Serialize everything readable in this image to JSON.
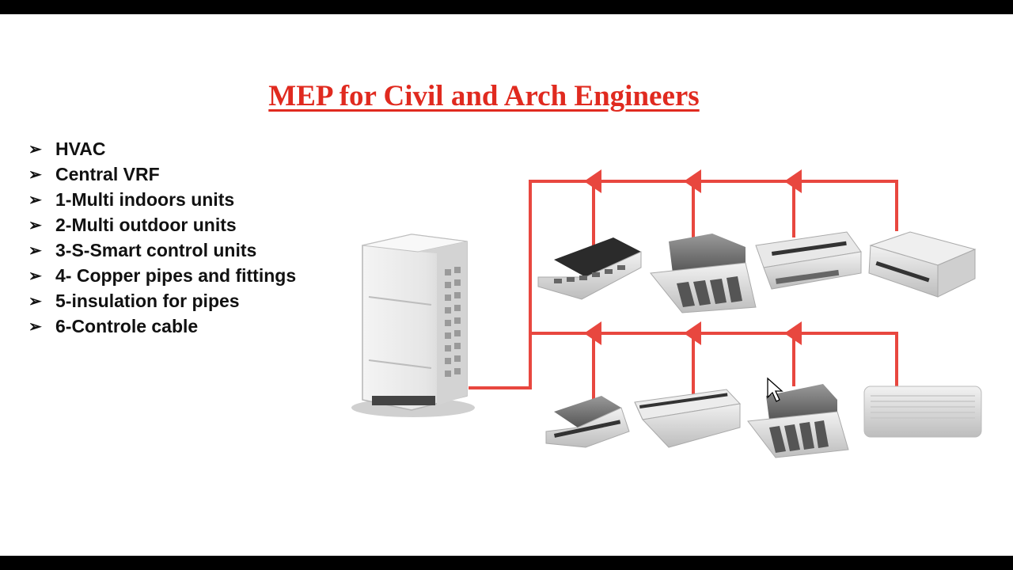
{
  "title": "MEP for Civil and Arch Engineers",
  "bullets": [
    "HVAC",
    "Central VRF",
    "1-Multi indoors units",
    "2-Multi outdoor units",
    "3-S-Smart control units",
    "4- Copper pipes and fittings",
    "5-insulation for pipes",
    "6-Controle cable"
  ],
  "bullet_icon": "arrow-bullet-icon",
  "colors": {
    "title": "#e02a1f",
    "pipe": "#e8473f",
    "text": "#111111",
    "background": "#ffffff",
    "letterbox": "#000000"
  }
}
